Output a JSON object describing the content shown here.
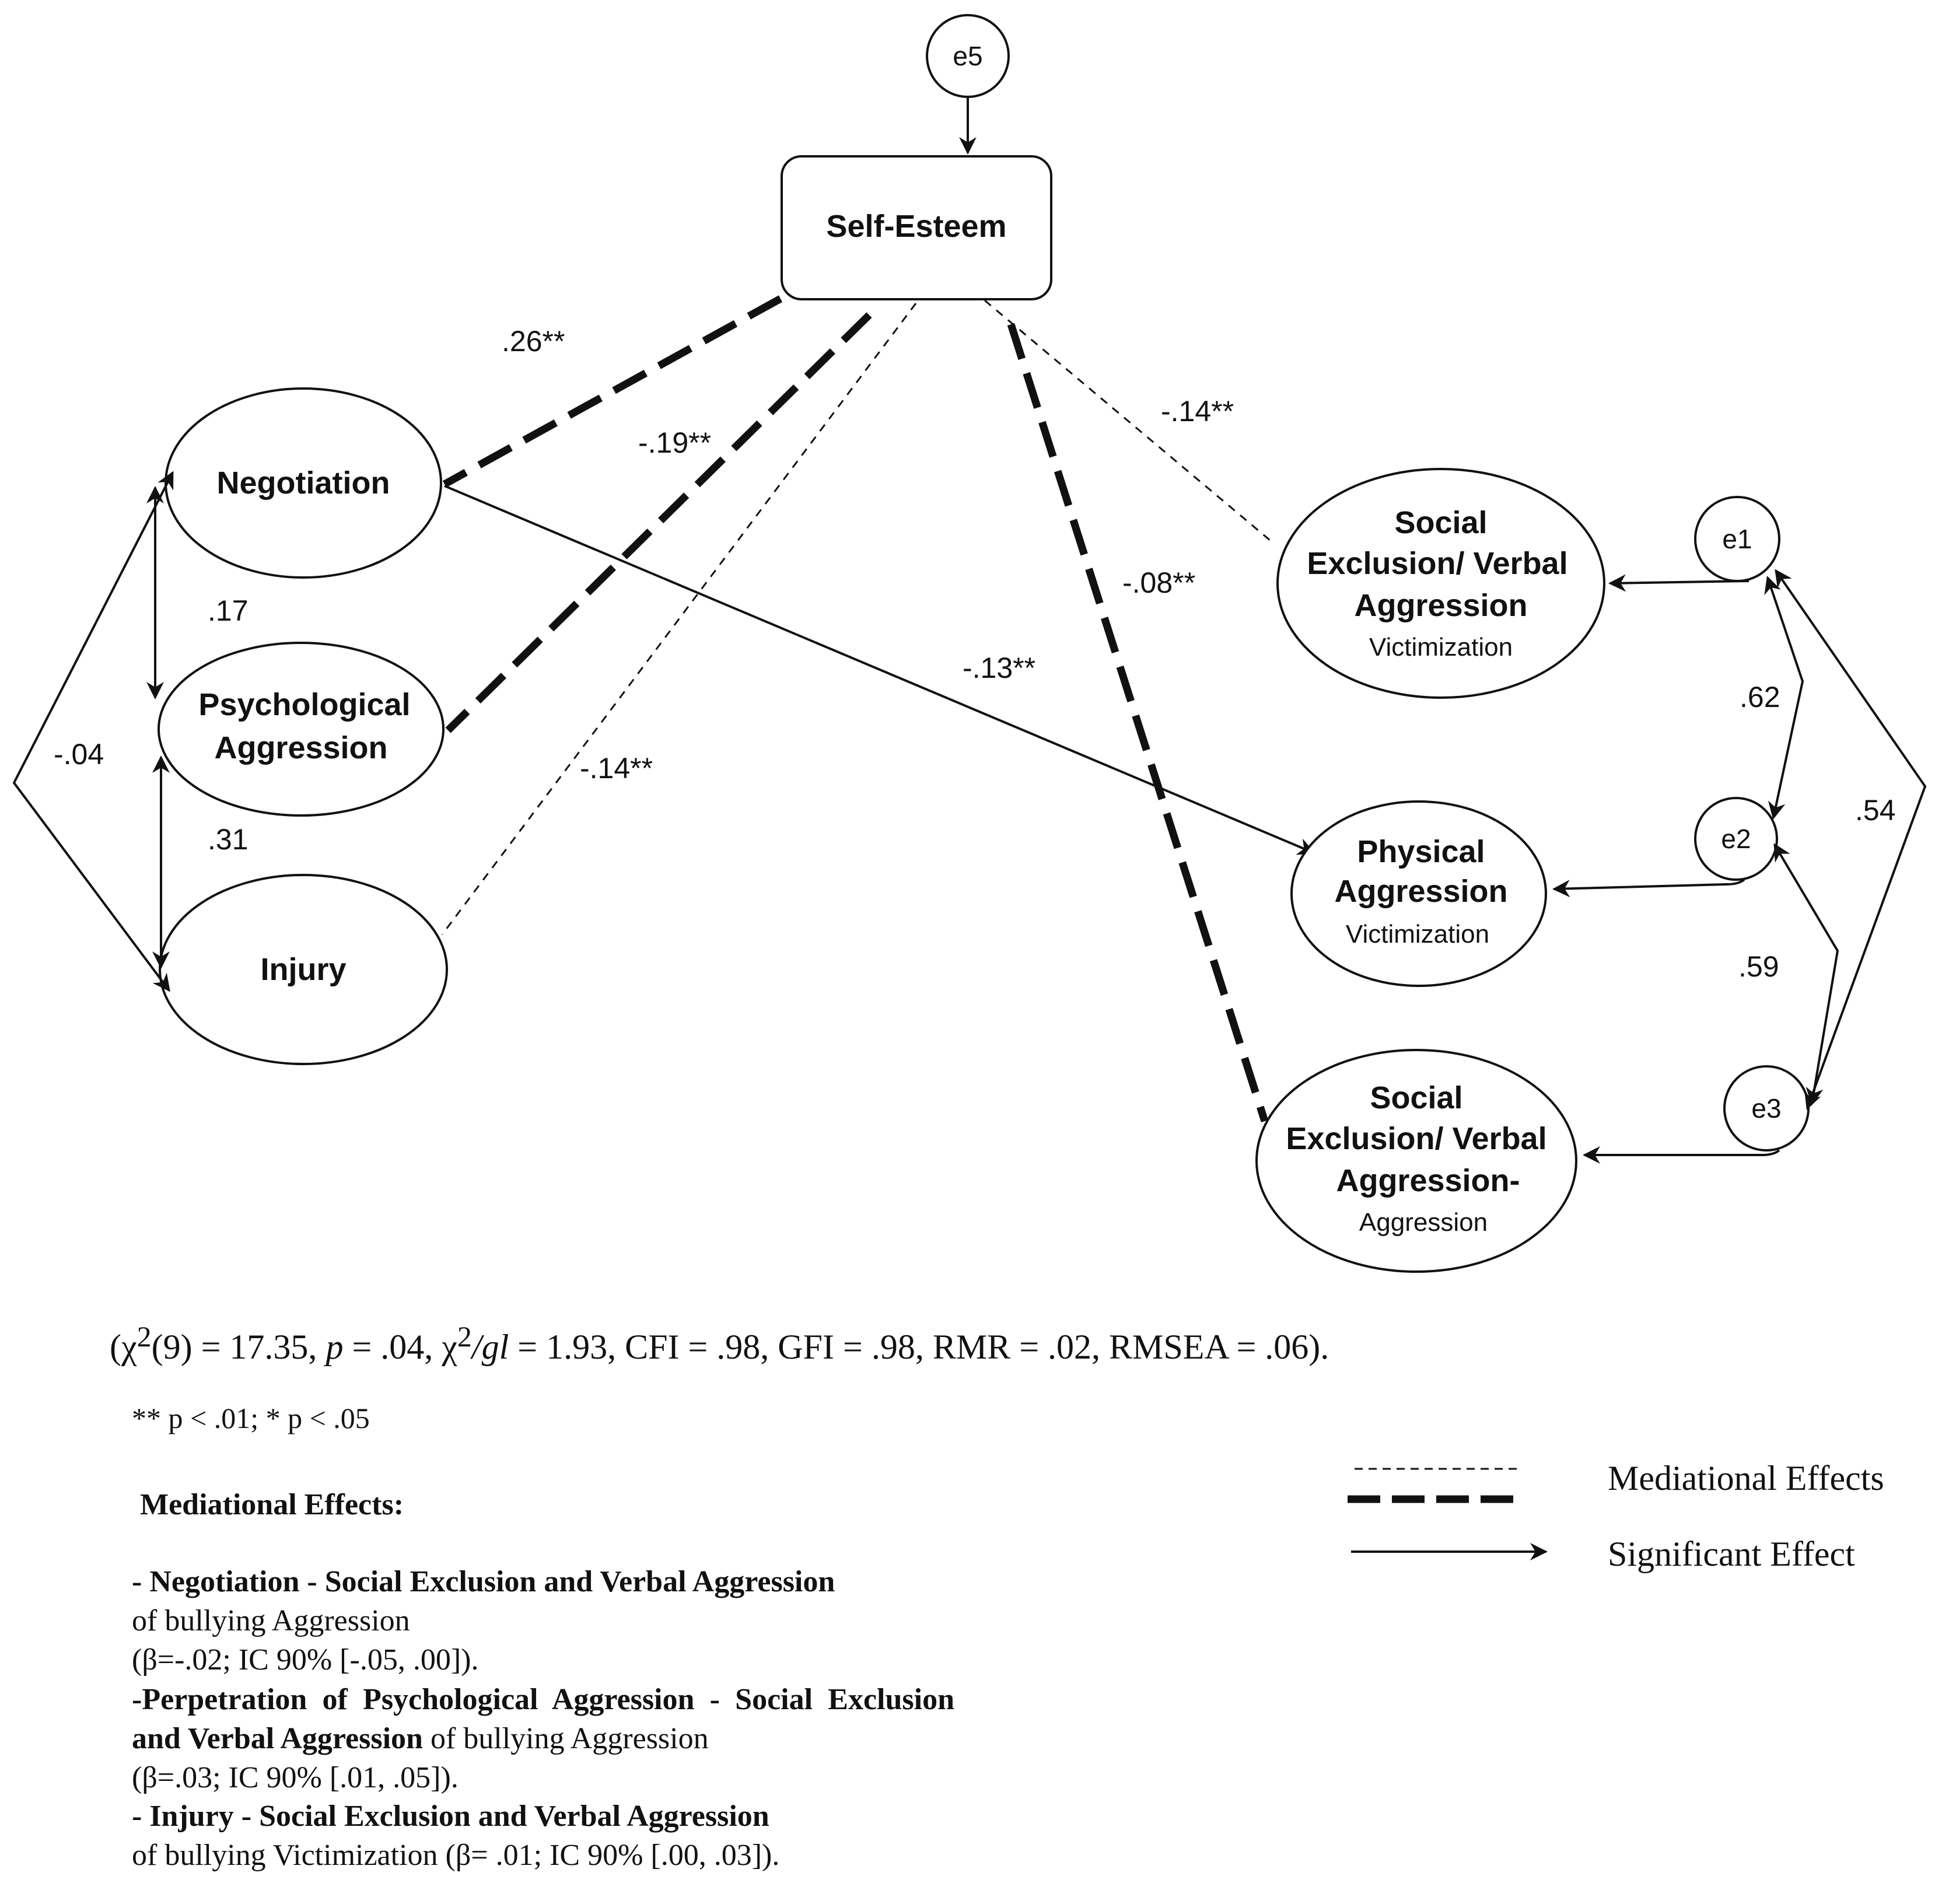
{
  "nodes": {
    "self_esteem": "Self-Esteem",
    "negotiation": "Negotiation",
    "psych_line1": "Psychological",
    "psych_line2": "Aggression",
    "injury": "Injury",
    "sev_victim_line1": "Social",
    "sev_victim_line2": "Exclusion/ Verbal",
    "sev_victim_line3": "Aggression",
    "sev_victim_sub": "Victimization",
    "phys_line1": "Physical",
    "phys_line2": "Aggression",
    "phys_sub": "Victimization",
    "sev_aggr_line1": "Social",
    "sev_aggr_line2": "Exclusion/ Verbal",
    "sev_aggr_line3": "Aggression-",
    "sev_aggr_sub": "Aggression"
  },
  "errors": {
    "e5": "e5",
    "e1": "e1",
    "e2": "e2",
    "e3": "e3"
  },
  "coefficients": {
    "se_negotiation": ".26**",
    "se_psych": "-.19**",
    "se_injury": "-.14**",
    "se_sev_victim": "-.14**",
    "se_sev_aggr": "-.08**",
    "negotiation_phys": "-.13**",
    "neg_psych": ".17",
    "psych_injury": ".31",
    "neg_injury": "-.04",
    "e1_e2": ".62",
    "e1_e3": ".54",
    "e2_e3": ".59"
  },
  "notes": {
    "fit_open": "(χ",
    "fit_sup1": "2",
    "fit_mid1": "(9) = 17.35, ",
    "fit_p": "p",
    "fit_mid2": " = .04, χ",
    "fit_sup2": "2",
    "fit_gl": "/gl",
    "fit_rest": " = 1.93, CFI = .98, GFI = .98, RMR = .02, RMSEA = .06).",
    "significance": "** p < .01; * p < .05",
    "mediational_title": "Mediational Effects:",
    "m1_bold": "- Negotiation - Social Exclusion and Verbal Aggression",
    "m1_line2": "of bullying Aggression",
    "m1_line3": "(β=-.02; IC 90% [-.05, .00]).",
    "m2_bold1": "-Perpetration of Psychological Aggression - Social Exclusion and Verbal Aggression",
    "m2_rest": " of bullying Aggression",
    "m2_line3": "(β=.03; IC 90% [.01, .05]).",
    "m3_bold": "- Injury - Social Exclusion and Verbal Aggression",
    "m3_line2": "of bullying Victimization (β= .01; IC 90% [.00, .03])."
  },
  "legend": {
    "mediational": "Mediational Effects",
    "significant": "Significant Effect"
  }
}
